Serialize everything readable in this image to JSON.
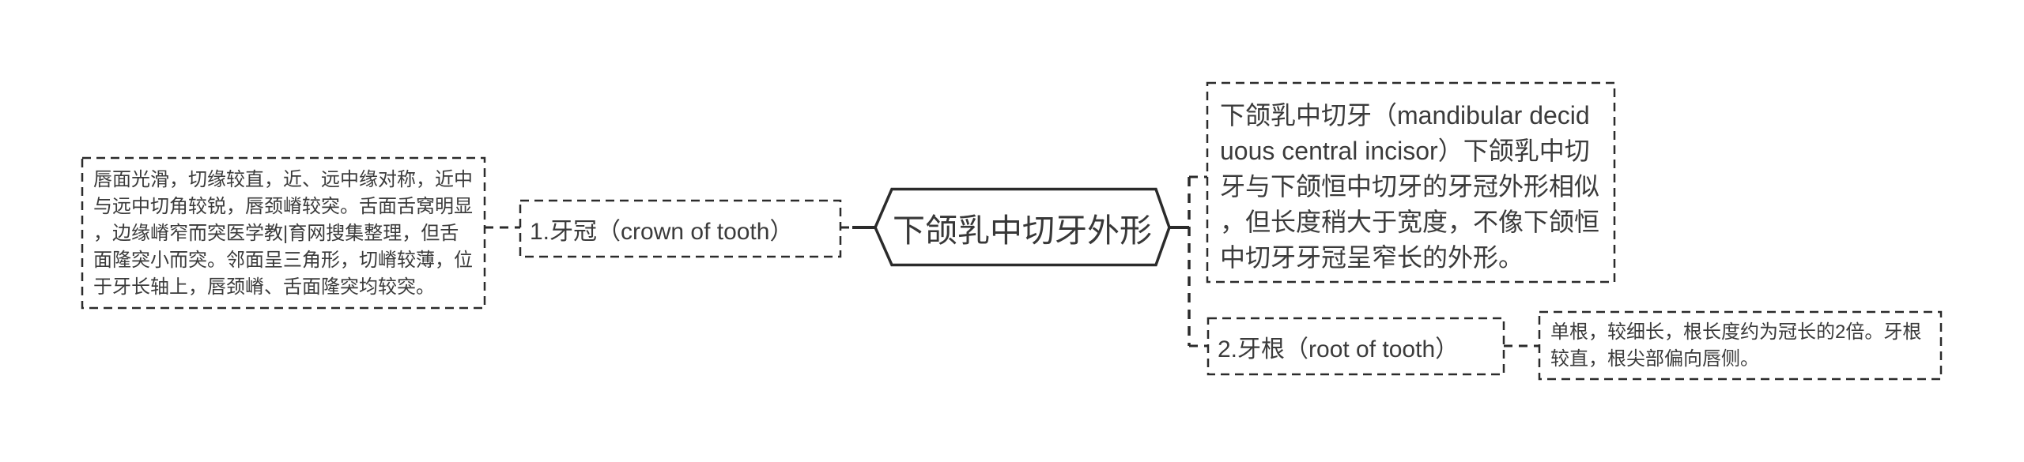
{
  "canvas": {
    "background": "#ffffff",
    "line_color": "#2b2b2b",
    "text_color": "#3b3b3b"
  },
  "central_topic": {
    "label": "下颌乳中切牙外形"
  },
  "crown_branch": {
    "node": {
      "label": "1.牙冠（crown of tooth）"
    },
    "note": {
      "lines": [
        "唇面光滑，切缘较直，近、远中缘对称，近中",
        "与远中切角较锐，唇颈嵴较突。舌面舌窝明显",
        "，边缘嵴窄而突医学教|育网搜集整理，但舌",
        "面隆突小而突。邻面呈三角形，切嵴较薄，位",
        "于牙长轴上，唇颈嵴、舌面隆突均较突。"
      ]
    }
  },
  "overview_note": {
    "lines": [
      "下颌乳中切牙（mandibular decid",
      "uous central incisor）下颌乳中切",
      "牙与下颌恒中切牙的牙冠外形相似",
      "，但长度稍大于宽度，不像下颌恒",
      "中切牙牙冠呈窄长的外形。"
    ]
  },
  "root_branch": {
    "node": {
      "label": "2.牙根（root of tooth）"
    },
    "note": {
      "lines": [
        "单根，较细长，根长度约为冠长的2倍。牙根",
        "较直，根尖部偏向唇侧。"
      ]
    }
  }
}
